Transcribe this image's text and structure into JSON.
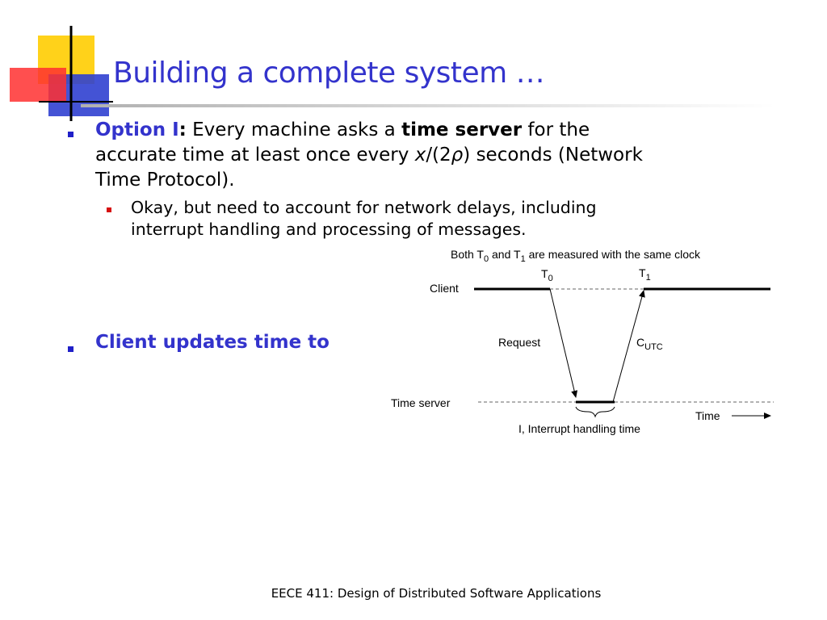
{
  "slide": {
    "title": "Building a complete system …",
    "bullet1": {
      "label": "Option I",
      "colon": ":",
      "text_before": " Every machine asks a ",
      "bold_phrase": "time server",
      "text_after": " for the accurate time at least once every ",
      "var_x": "x",
      "mid": "/(2",
      "var_p": "ρ",
      "end": ") seconds (Network Time Protocol)."
    },
    "bullet1_sub": "Okay, but need to account for network delays, including interrupt handling and processing of messages.",
    "bullet2": "Client updates time to",
    "footer": "EECE 411: Design of Distributed Software Applications"
  },
  "diagram": {
    "caption_pre": "Both T",
    "caption_sub0": "0",
    "caption_mid": " and T",
    "caption_sub1": "1",
    "caption_post": "  are measured with the same clock",
    "t0": "T",
    "t0_sub": "0",
    "t1": "T",
    "t1_sub": "1",
    "client_label": "Client",
    "request_label": "Request",
    "cutc": "C",
    "cutc_sub": "UTC",
    "server_label": "Time server",
    "time_label": "Time",
    "interrupt_label": "I, Interrupt handling time"
  },
  "colors": {
    "title": "#3333cc",
    "bullet_main": "#2020c8",
    "bullet_sub": "#d61010"
  }
}
